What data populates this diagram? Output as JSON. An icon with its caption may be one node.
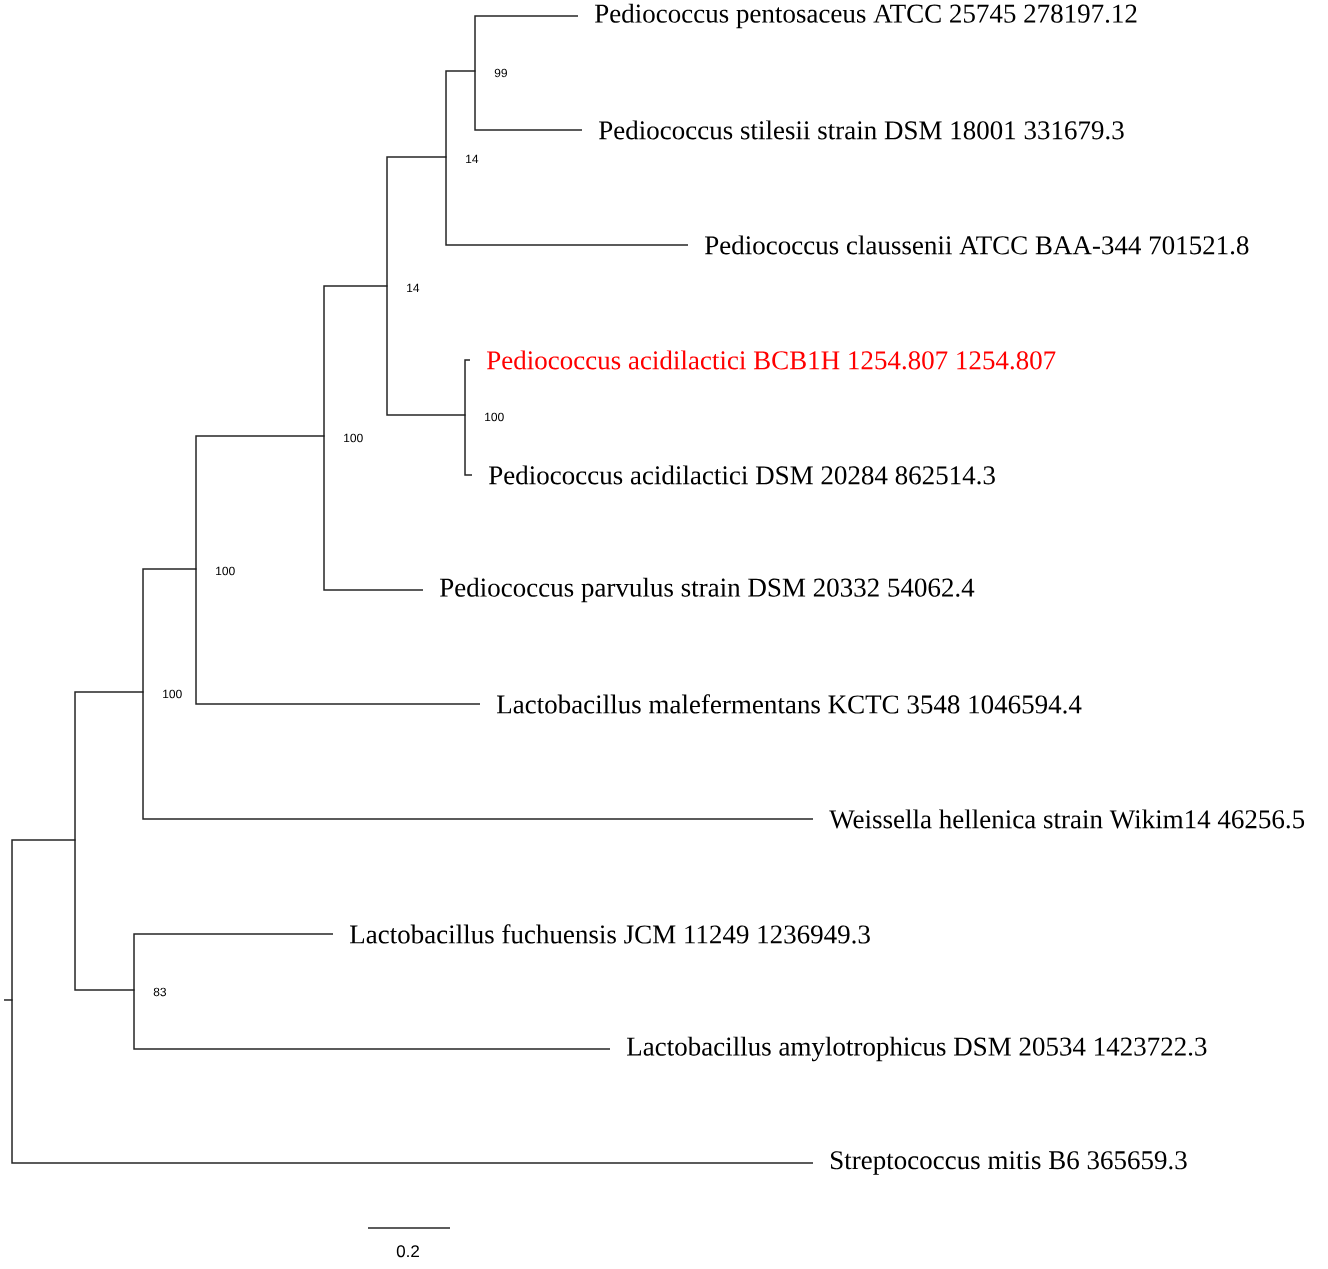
{
  "diagram": {
    "nodes": [
      {
        "text": [
          "Pediococcus pentosaceus ATCC 25745 278197.12"
        ]
      },
      {
        "text": [
          "Pediococcus stilesii strain DSM 18001 331679.3"
        ]
      },
      {
        "text": [
          "Pediococcus claussenii ATCC BAA-344 701521.8"
        ]
      },
      {
        "text": [
          "Pediococcus acidilactici BCB1H 1254.807 1254.807"
        ]
      },
      {
        "text": [
          "Pediococcus acidilactici DSM 20284 862514.3"
        ]
      },
      {
        "text": [
          "Pediococcus parvulus strain DSM 20332 54062.4"
        ]
      },
      {
        "text": [
          "Lactobacillus malefermentans KCTC 3548 1046594.4"
        ]
      },
      {
        "text": [
          "Weissella hellenica strain Wikim14 46256.5"
        ]
      },
      {
        "text": [
          "Lactobacillus fuchuensis JCM 11249 1236949.3"
        ]
      },
      {
        "text": [
          "Lactobacillus amylotrophicus DSM 20534 1423722.3"
        ]
      },
      {
        "text": [
          "Streptococcus mitis B6 365659.3"
        ]
      },
      {
        "text": [],
        "shape": "point"
      },
      {
        "text": [],
        "shape": "point"
      },
      {
        "text": [],
        "shape": "point",
        "beside": [
          "100"
        ]
      },
      {
        "text": [],
        "shape": "point",
        "beside": [
          "83"
        ]
      },
      {
        "text": [],
        "shape": "point",
        "beside": [
          "100"
        ]
      },
      {
        "text": [],
        "shape": "point",
        "beside": [
          "100"
        ]
      },
      {
        "text": [],
        "shape": "point",
        "beside": [
          "14"
        ]
      },
      {
        "text": [],
        "shape": "point",
        "beside": [
          "14"
        ]
      },
      {
        "text": [],
        "shape": "point",
        "beside": [
          "99"
        ]
      },
      {
        "text": [],
        "shape": "point",
        "beside": [
          "100"
        ]
      }
    ],
    "edges": [
      {
        "from": 11,
        "to": 12,
        "arrow": "none"
      },
      {
        "from": 11,
        "to": 10,
        "arrow": "none"
      },
      {
        "from": 12,
        "to": 13,
        "arrow": "none"
      },
      {
        "from": 12,
        "to": 14,
        "arrow": "none"
      },
      {
        "from": 14,
        "to": 8,
        "arrow": "none"
      },
      {
        "from": 14,
        "to": 9,
        "arrow": "none"
      },
      {
        "from": 13,
        "to": 15,
        "arrow": "none"
      },
      {
        "from": 13,
        "to": 7,
        "arrow": "none"
      },
      {
        "from": 15,
        "to": 16,
        "arrow": "none"
      },
      {
        "from": 15,
        "to": 6,
        "arrow": "none"
      },
      {
        "from": 16,
        "to": 17,
        "arrow": "none"
      },
      {
        "from": 16,
        "to": 5,
        "arrow": "none"
      },
      {
        "from": 17,
        "to": 18,
        "arrow": "none"
      },
      {
        "from": 17,
        "to": 20,
        "arrow": "none"
      },
      {
        "from": 18,
        "to": 19,
        "arrow": "none"
      },
      {
        "from": 18,
        "to": 2,
        "arrow": "none"
      },
      {
        "from": 19,
        "to": 0,
        "arrow": "none"
      },
      {
        "from": 19,
        "to": 1,
        "arrow": "none"
      },
      {
        "from": 20,
        "to": 3,
        "arrow": "none"
      },
      {
        "from": 20,
        "to": 4,
        "arrow": "none"
      }
    ],
    "labels": [
      "0.2"
    ]
  }
}
